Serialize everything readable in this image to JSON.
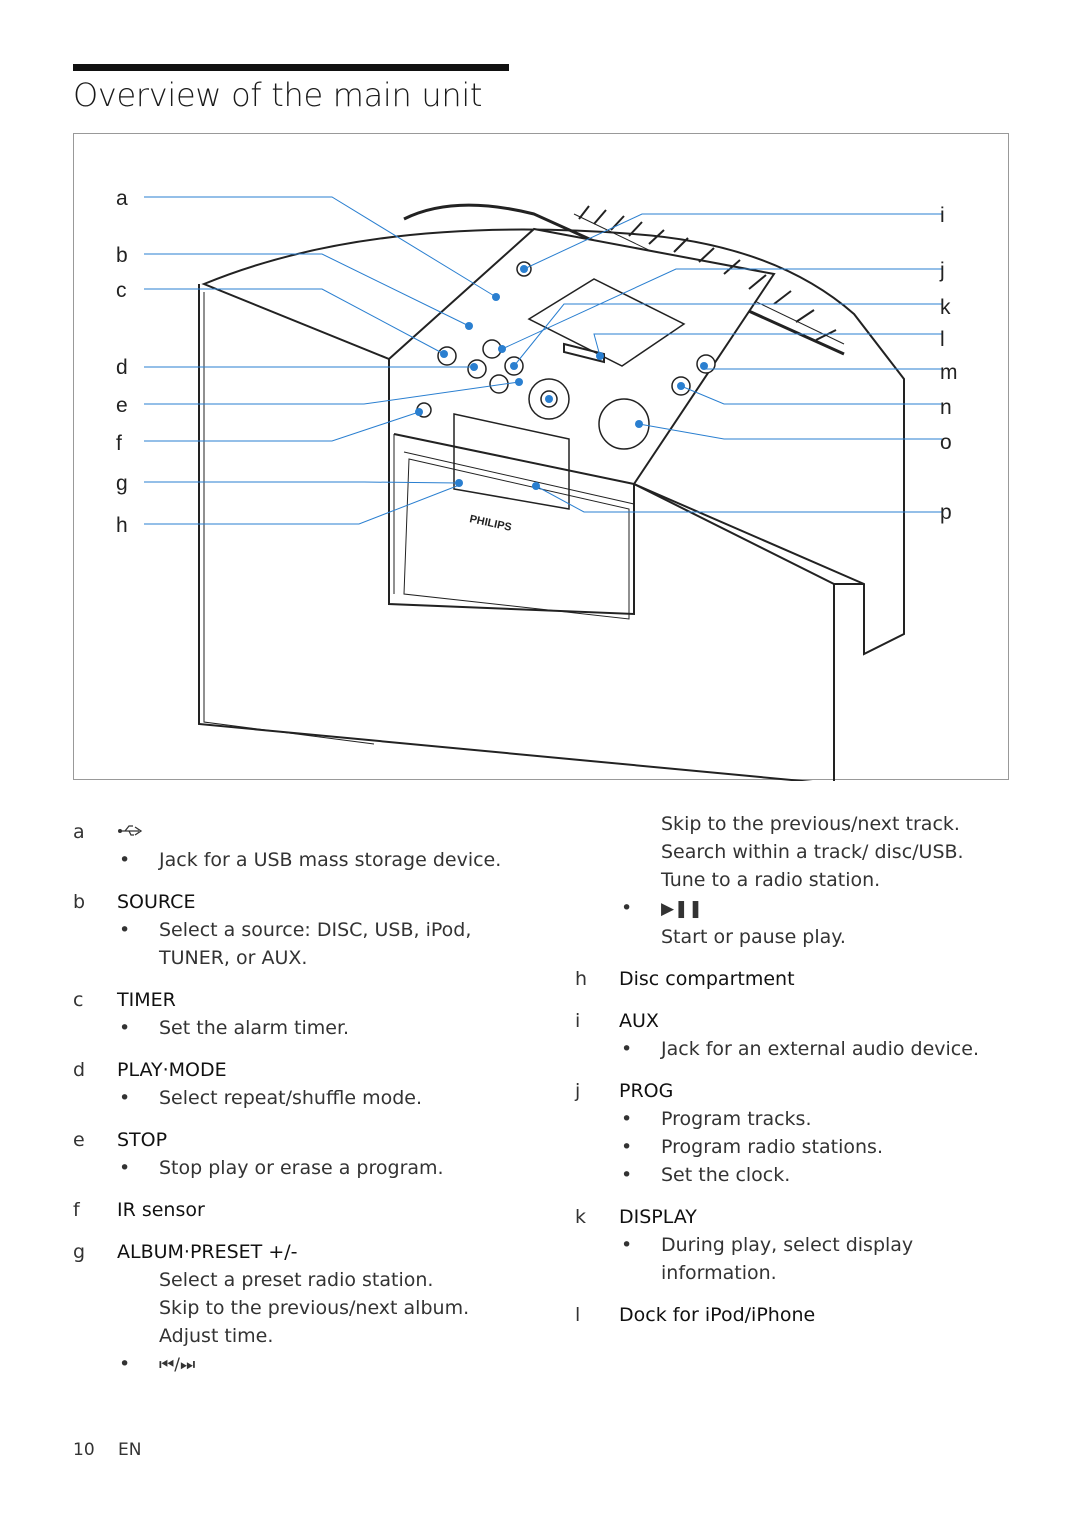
{
  "page": {
    "title": "Overview of the main unit",
    "page_number": "10",
    "language": "EN"
  },
  "figure": {
    "left_callouts": [
      "a",
      "b",
      "c",
      "d",
      "e",
      "f",
      "g",
      "h"
    ],
    "right_callouts": [
      "i",
      "j",
      "k",
      "l",
      "m",
      "n",
      "o",
      "p"
    ],
    "brand": "PHILIPS",
    "accent_color": "#1f78c8",
    "line_color": "#2a7fd0"
  },
  "left_column": [
    {
      "letter": "a",
      "head_icon": "usb-icon",
      "head": "⭠",
      "bullets": [
        "Jack for a USB mass storage device."
      ],
      "lines": []
    },
    {
      "letter": "b",
      "head": "SOURCE",
      "bullets": [
        "Select a source: DISC, USB, iPod, TUNER, or AUX."
      ],
      "lines": []
    },
    {
      "letter": "c",
      "head": "TIMER",
      "bullets": [
        "Set the alarm timer."
      ],
      "lines": []
    },
    {
      "letter": "d",
      "head": "PLAY·MODE",
      "bullets": [
        "Select repeat/shuffle mode."
      ],
      "lines": []
    },
    {
      "letter": "e",
      "head": "STOP",
      "bullets": [
        "Stop play or erase a program."
      ],
      "lines": []
    },
    {
      "letter": "f",
      "head": "IR sensor",
      "bullets": [],
      "lines": []
    },
    {
      "letter": "g",
      "head": "ALBUM·PRESET +/-",
      "bullets": [],
      "lines": [
        "Select a preset radio station.",
        "Skip to the previous/next album.",
        "Adjust time."
      ],
      "trailing_bullet_icon": "⏮/⏭"
    }
  ],
  "right_column": {
    "continuation": [
      "Skip to the previous/next track.",
      "Search within a track/ disc/USB.",
      "Tune to a radio station."
    ],
    "play_pause_icon": "▶❚❚",
    "play_pause_text": "Start or pause play.",
    "items": [
      {
        "letter": "h",
        "head": "Disc compartment",
        "bullets": []
      },
      {
        "letter": "i",
        "head": "AUX",
        "bullets": [
          "Jack for an external audio device."
        ]
      },
      {
        "letter": "j",
        "head": "PROG",
        "bullets": [
          "Program tracks.",
          "Program radio stations.",
          "Set the clock."
        ]
      },
      {
        "letter": "k",
        "head": "DISPLAY",
        "bullets": [
          "During play, select display information."
        ]
      },
      {
        "letter": "l",
        "head": "Dock for iPod/iPhone",
        "bullets": []
      }
    ]
  }
}
